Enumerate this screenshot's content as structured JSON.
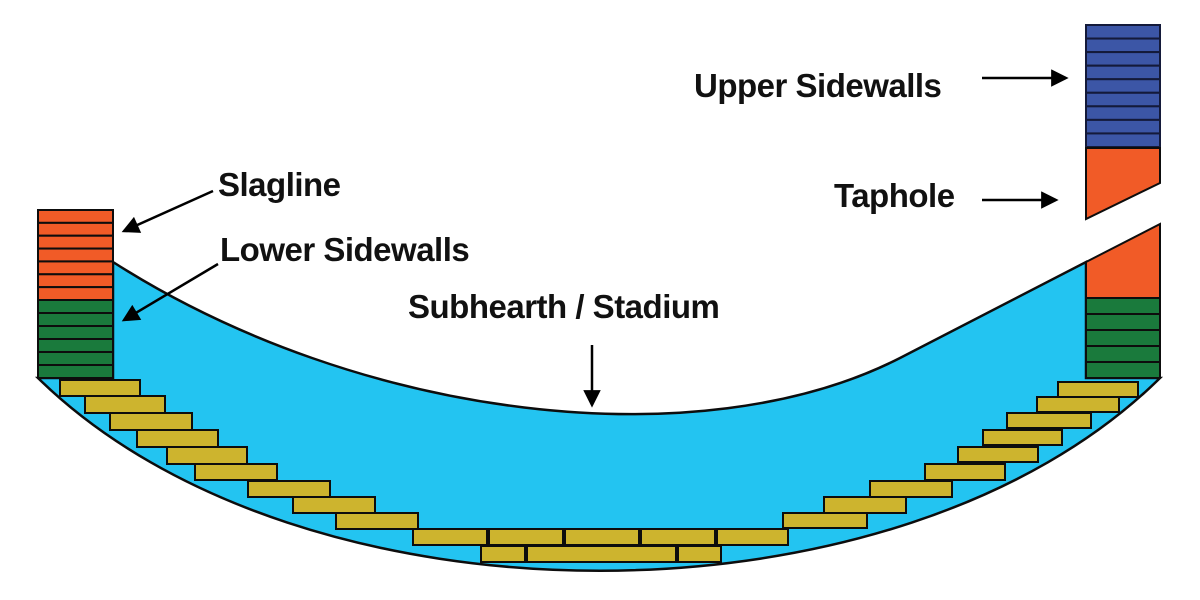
{
  "labels": {
    "slagline": "Slagline",
    "lower_sidewalls": "Lower Sidewalls",
    "subhearth": "Subhearth / Stadium",
    "upper_sidewalls": "Upper Sidewalls",
    "taphole": "Taphole"
  },
  "colors": {
    "slagline_orange": "#F15B27",
    "lower_sidewalls_green": "#1A7A3C",
    "upper_sidewalls_blue": "#3C56A6",
    "hearth_body_cyan": "#23C4F1",
    "subhearth_bricks_yellow": "#CDB42E",
    "outline": "#0D0D0D",
    "label_text": "#111111",
    "background": "#FFFFFF"
  },
  "structure": {
    "upper_sidewall_rows": 9,
    "left_slagline_rows": 7,
    "left_lower_sidewall_rows": 6,
    "right_lower_sidewall_rows": 5,
    "subhearth_brick_count": 26
  }
}
